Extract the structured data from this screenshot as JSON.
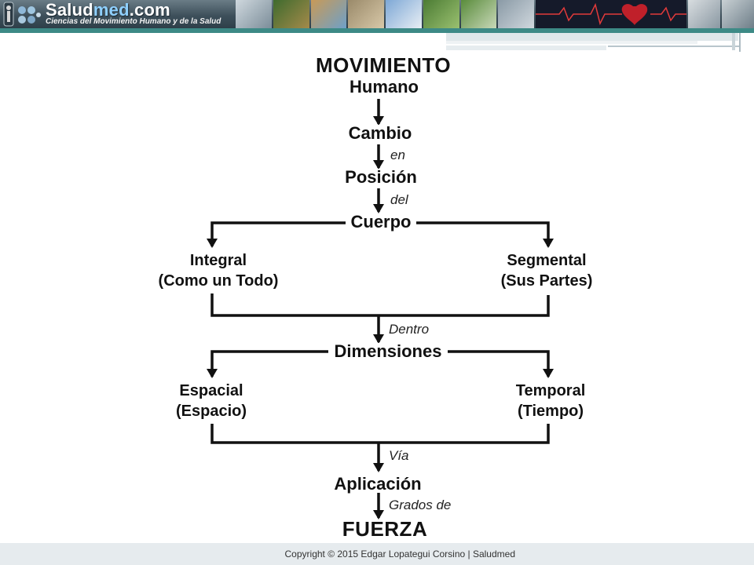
{
  "header": {
    "brand_prefix": "Salud",
    "brand_accent": "med",
    "brand_suffix": ".com",
    "tagline": "Ciencias del Movimiento Humano y de la Salud"
  },
  "diagram": {
    "title_line1": "MOVIMIENTO",
    "title_line2": "Humano",
    "cambio": "Cambio",
    "en": "en",
    "posicion": "Posición",
    "del": "del",
    "cuerpo": "Cuerpo",
    "integral_line1": "Integral",
    "integral_line2": "(Como un Todo)",
    "segmental_line1": "Segmental",
    "segmental_line2": "(Sus Partes)",
    "dentro": "Dentro",
    "dimensiones": "Dimensiones",
    "espacial_line1": "Espacial",
    "espacial_line2": "(Espacio)",
    "temporal_line1": "Temporal",
    "temporal_line2": "(Tiempo)",
    "via": "Vía",
    "aplicacion": "Aplicación",
    "grados_de": "Grados de",
    "fuerza": "FUERZA"
  },
  "footer": {
    "copyright": "Copyright © 2015 Edgar Lopategui Corsino | Saludmed"
  },
  "colors": {
    "banner": "#3e505b",
    "accent_bar": "#3d8a86",
    "text": "#111111"
  }
}
